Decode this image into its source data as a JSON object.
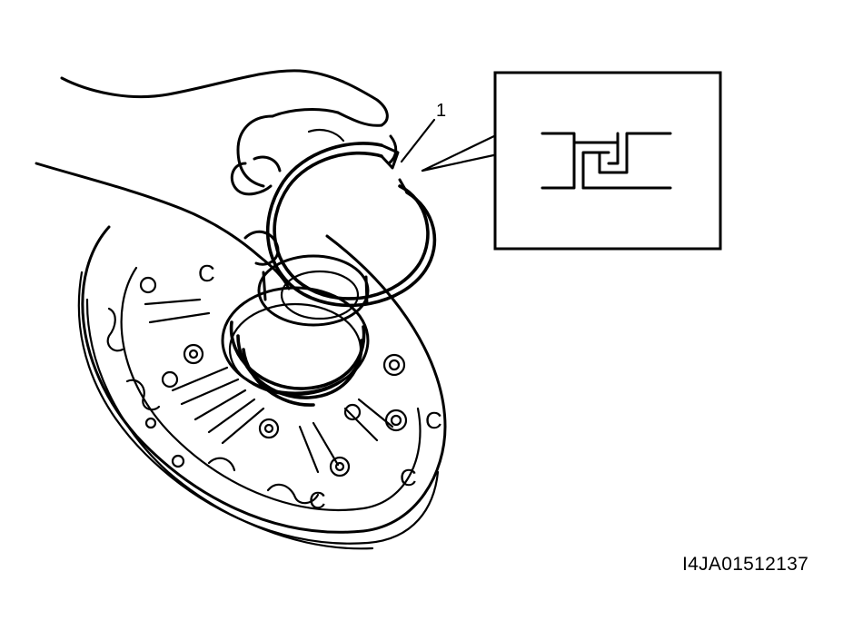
{
  "callout": {
    "number": "1"
  },
  "figure_code": "I4JA01512137",
  "component_marks": {
    "c_mark": "C"
  }
}
